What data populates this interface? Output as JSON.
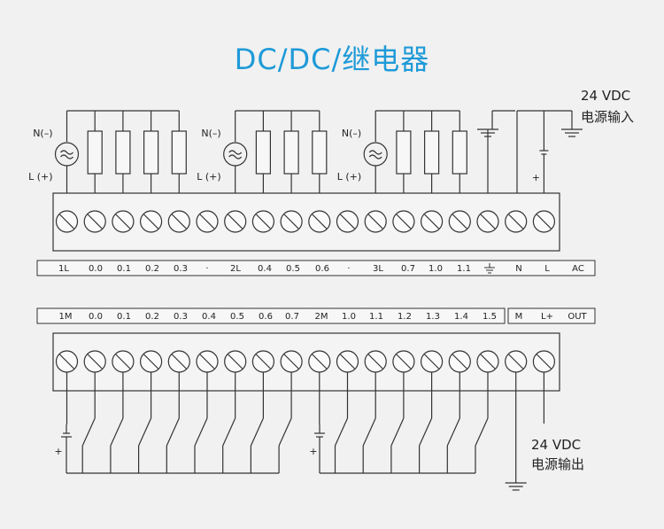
{
  "title": "DC/DC/继电器",
  "supply_in": {
    "voltage": "24 VDC",
    "desc": "电源输入"
  },
  "supply_out": {
    "voltage": "24 VDC",
    "desc": "电源输出"
  },
  "groups": [
    {
      "n_label": "N(–)",
      "l_label": "L (+)"
    },
    {
      "n_label": "N(–)",
      "l_label": "L (+)"
    },
    {
      "n_label": "N(–)",
      "l_label": "L (+)"
    }
  ],
  "top_terminals": [
    "1L",
    "0.0",
    "0.1",
    "0.2",
    "0.3",
    "·",
    "2L",
    "0.4",
    "0.5",
    "0.6",
    "·",
    "3L",
    "0.7",
    "1.0",
    "1.1",
    "ground",
    "N",
    "L",
    "AC"
  ],
  "bottom_terminals": [
    "1M",
    "0.0",
    "0.1",
    "0.2",
    "0.3",
    "0.4",
    "0.5",
    "0.6",
    "0.7",
    "2M",
    "1.0",
    "1.1",
    "1.2",
    "1.3",
    "1.4",
    "1.5",
    "M",
    "L+",
    "OUT"
  ],
  "plus_sign": "+",
  "colors": {
    "title": "#1e9ad8",
    "line": "#333333",
    "background": "#f1f1f1"
  }
}
